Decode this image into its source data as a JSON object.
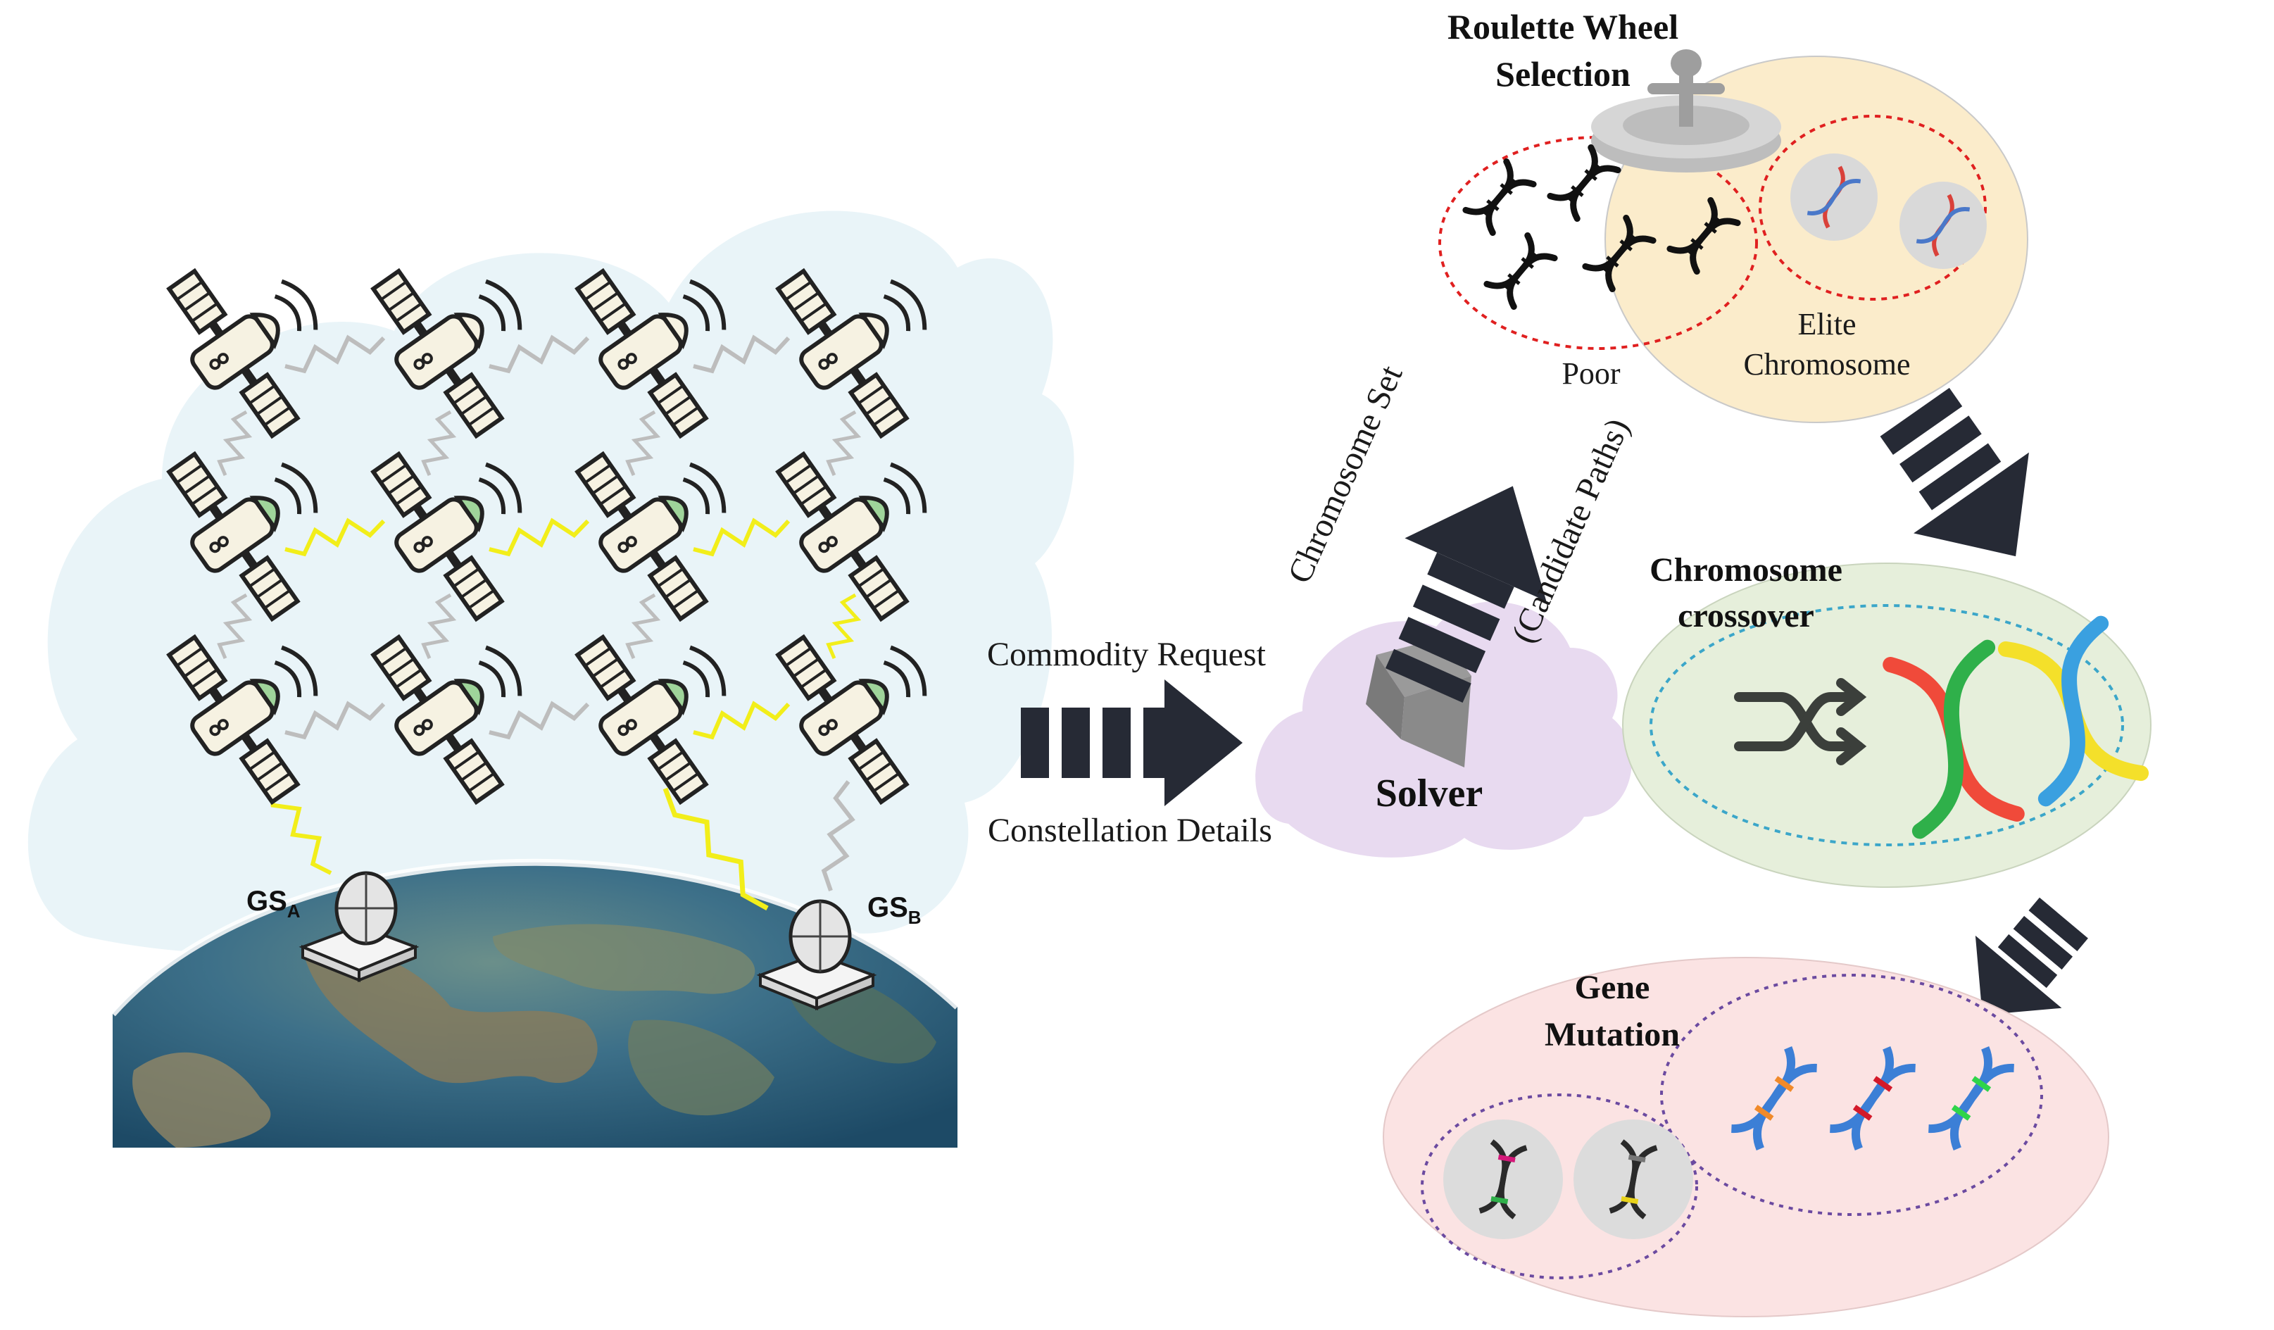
{
  "colors": {
    "cloud": "#e9f4f8",
    "solver_cloud": "#e8daf0",
    "roulette_bg": "#fbeccb",
    "crossover_bg": "#e6efdb",
    "mutation_bg": "#fbe3e3",
    "arrow": "#262a35",
    "link_yellow": "#f2ee1a",
    "link_grey": "#bdbdbd",
    "dish_green": "#9fd49a",
    "ocean": "#2d6b86",
    "land": "#8a7a5a"
  },
  "satellite_icon": "satellite-icon",
  "dna_icon": "dna-helix-icon",
  "ground_stations": [
    {
      "prefix": "GS",
      "sub": "A"
    },
    {
      "prefix": "GS",
      "sub": "B"
    }
  ],
  "input_labels": {
    "commodity_request": "Commodity Request",
    "constellation_details": "Constellation Details"
  },
  "solver": {
    "label": "Solver"
  },
  "chromosome_set": {
    "line1": "Chromosome Set",
    "line2": "(Candidate Paths)"
  },
  "roulette": {
    "title_line1": "Roulette Wheel",
    "title_line2": "Selection",
    "poor_label": "Poor",
    "elite_line1": "Elite",
    "elite_line2": "Chromosome"
  },
  "crossover": {
    "title_line1": "Chromosome",
    "title_line2": "crossover",
    "shuffle_icon": "shuffle-icon"
  },
  "mutation": {
    "title_line1": "Gene",
    "title_line2": "Mutation"
  }
}
